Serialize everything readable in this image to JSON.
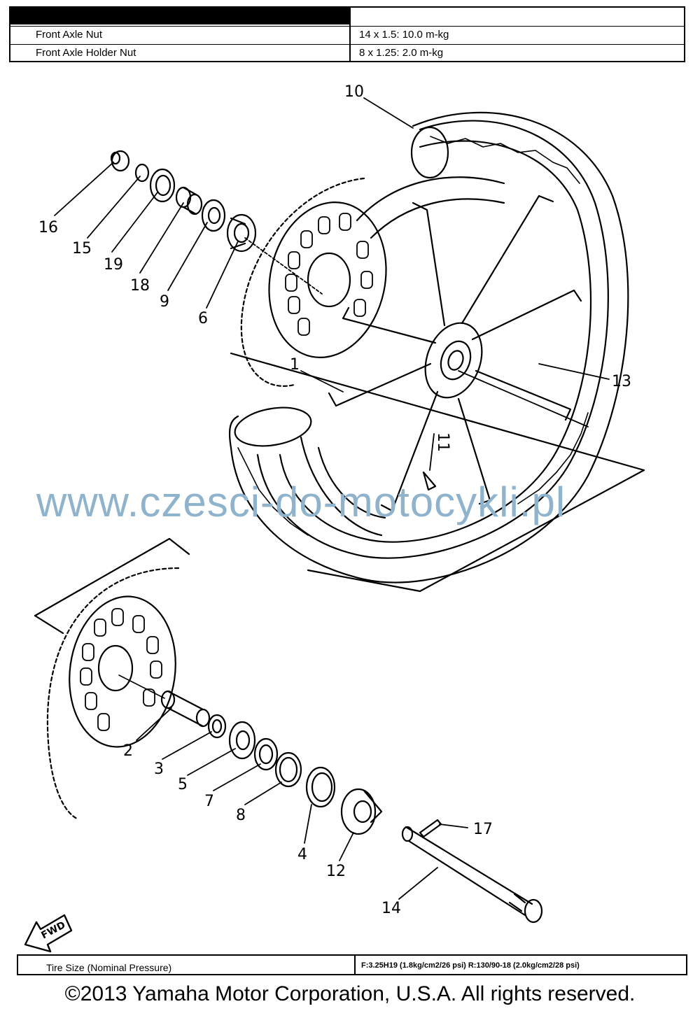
{
  "spec_table": {
    "rows": [
      {
        "part": "Front Axle Nut",
        "torque": "14 x 1.5: 10.0 m-kg"
      },
      {
        "part": "Front Axle Holder Nut",
        "torque": "8 x 1.25: 2.0 m-kg"
      }
    ]
  },
  "callouts": [
    "10",
    "16",
    "15",
    "19",
    "18",
    "9",
    "6",
    "1",
    "13",
    "11",
    "2",
    "3",
    "5",
    "7",
    "8",
    "4",
    "12",
    "17",
    "14"
  ],
  "fwd_label": "FWD",
  "watermark": "www.czesci-do-motocykli.pl",
  "tire_table": {
    "label": "Tire Size (Nominal Pressure)",
    "value": "F:3.25H19 (1.8kg/cm2/26 psi)  R:130/90-18 (2.0kg/cm2/28 psi)"
  },
  "copyright": "©2013 Yamaha Motor Corporation, U.S.A. All rights reserved.",
  "colors": {
    "watermark": "#8fb3cc",
    "line": "#000000"
  }
}
